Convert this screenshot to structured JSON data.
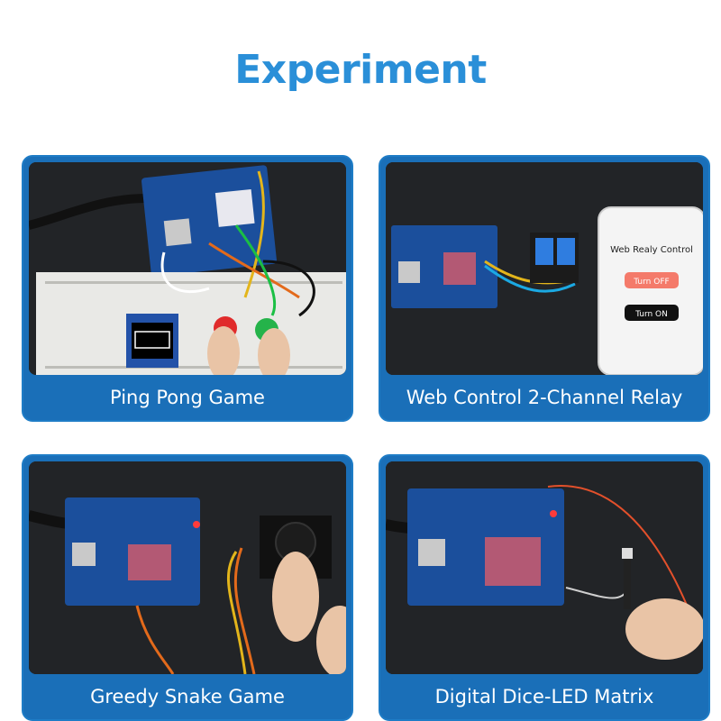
{
  "page": {
    "title": "Experiment"
  },
  "cards": [
    {
      "caption": "Ping Pong Game"
    },
    {
      "caption": "Web Control 2-Channel Relay",
      "phone": {
        "heading": "Web Realy Control",
        "button_off": "Turn OFF",
        "button_on": "Turn ON"
      }
    },
    {
      "caption": "Greedy Snake Game"
    },
    {
      "caption": "Digital Dice-LED Matrix"
    }
  ],
  "colors": {
    "title": "#2a8fd8",
    "card_frame": "#1a6fb8",
    "photo_bg": "#1d1f22"
  }
}
